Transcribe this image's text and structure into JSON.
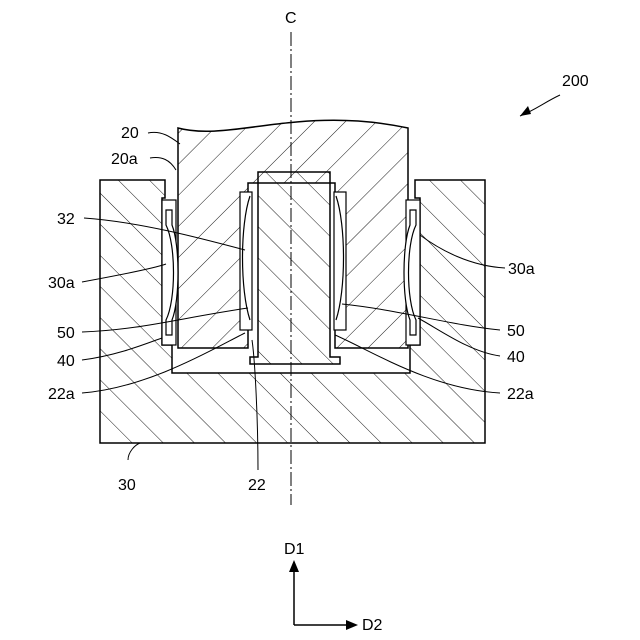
{
  "labels": {
    "axis_c": "C",
    "device": "200",
    "l20": "20",
    "l20a": "20a",
    "l32": "32",
    "l30a_left": "30a",
    "l30a_right": "30a",
    "l50_left": "50",
    "l50_right": "50",
    "l40_left": "40",
    "l40_right": "40",
    "l22a_left": "22a",
    "l22a_right": "22a",
    "l30": "30",
    "l22": "22",
    "d1": "D1",
    "d2": "D2"
  }
}
